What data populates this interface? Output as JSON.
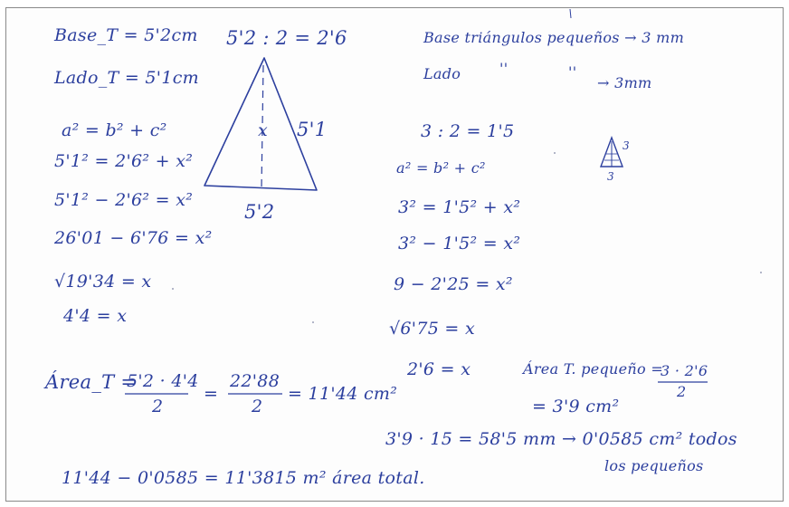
{
  "left_column": {
    "base": "Base_T = 5'2cm",
    "lado": "Lado_T = 5'1cm",
    "pyth": "a² = b² + c²",
    "step1": "5'1² = 2'6² + x²",
    "step2": "5'1² − 2'6² = x²",
    "step3": "26'01 − 6'76 = x²",
    "step4": "√19'34 = x",
    "step5": "4'4 = x"
  },
  "triangle": {
    "half_base": "5'2 : 2 = 2'6",
    "side_label": "5'1",
    "height_label": "x",
    "base_label": "5'2"
  },
  "right_column": {
    "base_small": "Base triángulos pequeños → 3 mm",
    "lado_small_a": "Lado",
    "ditto_a": "''",
    "ditto_b": "''",
    "lado_small_b": "→ 3mm",
    "half": "3 : 2 = 1'5",
    "pyth": "a² = b² + c²",
    "s1": "3² = 1'5² + x²",
    "s2": "3² − 1'5² = x²",
    "s3": "9 − 2'25 = x²",
    "s4": "√6'75 = x",
    "s5": "2'6 = x",
    "mini_side": "3",
    "mini_base": "3"
  },
  "area_big": {
    "label": "Área_T =",
    "num1": "5'2 · 4'4",
    "den1": "2",
    "num2": "22'88",
    "den2": "2",
    "result": "= 11'44 cm²"
  },
  "area_small": {
    "label": "Área T. pequeño =",
    "num": "3 · 2'6",
    "den": "2",
    "result": "= 3'9 cm²"
  },
  "bottom": {
    "product": "3'9 · 15 = 58'5 mm → 0'0585 cm² todos",
    "los_pequenos": "los pequeños",
    "final": "11'44 − 0'0585 = 11'3815 m² área total."
  }
}
